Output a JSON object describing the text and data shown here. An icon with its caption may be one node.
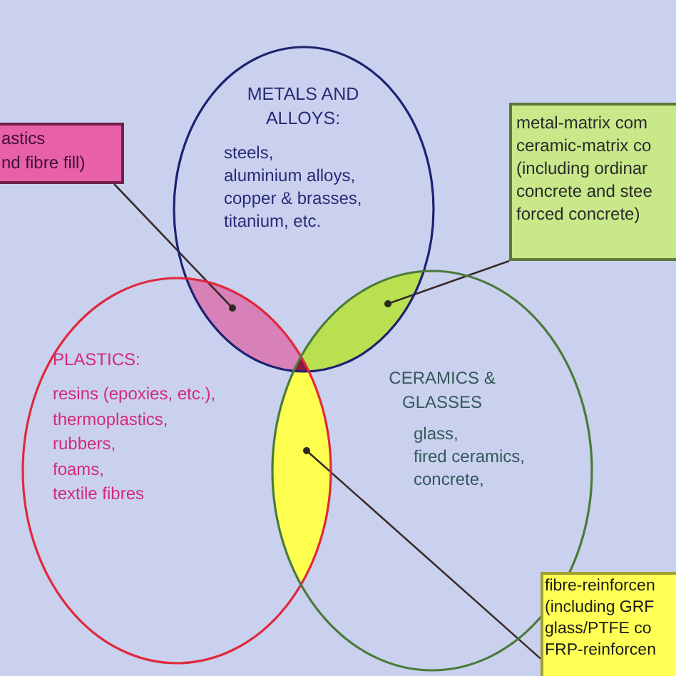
{
  "diagram": {
    "nodes": [
      {
        "text": [
          "METALS AND ALLOYS:",
          "steels, aluminium alloys, copper & brasses, titanium, etc."
        ]
      },
      {
        "text": [
          "PLASTICS:",
          "resins (epoxies, etc.), thermoplastics, rubbers, foams, textile fibres"
        ]
      },
      {
        "text": [
          "CERAMICS & GLASSES",
          "glass, fired ceramics, concrete,"
        ]
      },
      {
        "text": [
          "astics nd fibre fill)"
        ]
      },
      {
        "text": [
          "metal-matrix com ceramic-matrix co (including ordinar concrete and stee forced concrete)"
        ]
      },
      {
        "text": [
          "fibre-reinforcen (including GRF glass/PTFE co FRP-reinforcen"
        ]
      },
      {
        "text": [],
        "shape": "lens"
      },
      {
        "text": [],
        "shape": "lens"
      },
      {
        "text": [],
        "shape": "lens"
      }
    ],
    "edges": [
      {
        "from": 3,
        "to": 6,
        "arrow": "other"
      },
      {
        "from": 4,
        "to": 7,
        "arrow": "other"
      },
      {
        "from": 5,
        "to": 8,
        "arrow": "other"
      }
    ]
  }
}
